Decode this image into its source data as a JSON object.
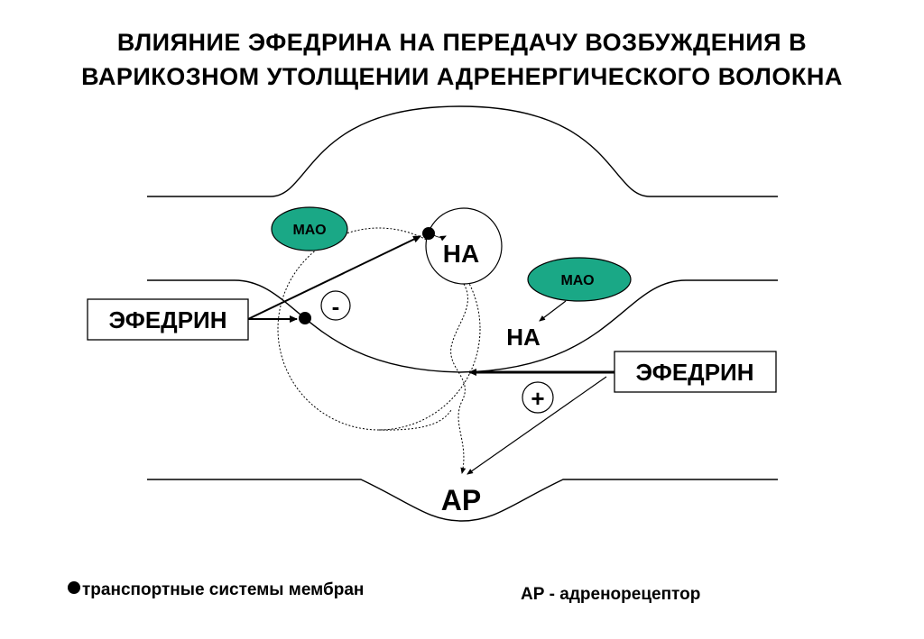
{
  "title": {
    "line1": "ВЛИЯНИЕ  ЭФЕДРИНА  НА ПЕРЕДАЧУ  ВОЗБУЖДЕНИЯ  В",
    "line2": "ВАРИКОЗНОМ  УТОЛЩЕНИИ  АДРЕНЕРГИЧЕСКОГО  ВОЛОКНА"
  },
  "diagram": {
    "mao_left": "МАО",
    "mao_right": "МАО",
    "na_vesicle": "НА",
    "na_free": "НА",
    "ephedrine_left": "ЭФЕДРИН",
    "ephedrine_right": "ЭФЕДРИН",
    "minus_sign": "-",
    "plus_sign": "+",
    "receptor": "АР"
  },
  "legend": {
    "transport": "транспортные системы мембран",
    "receptor": "АР - адренорецептор"
  },
  "colors": {
    "mao_fill": "#1aa886",
    "line": "#000000",
    "background": "#ffffff"
  }
}
